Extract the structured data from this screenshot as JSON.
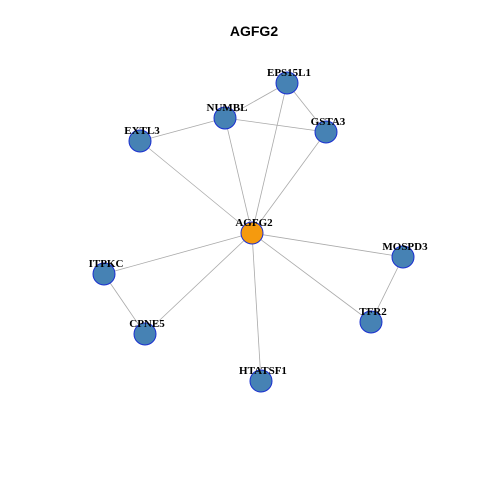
{
  "title": "AGFG2",
  "colors": {
    "hub_fill": "#f59a0e",
    "node_fill": "#4682b4",
    "node_stroke": "#1a2fd0",
    "edge": "#aaaaaa"
  },
  "nodes": [
    {
      "id": "AGFG2",
      "label": "AGFG2",
      "hub": true
    },
    {
      "id": "EPS15L1",
      "label": "EPS15L1"
    },
    {
      "id": "NUMBL",
      "label": "NUMBL"
    },
    {
      "id": "GSTA3",
      "label": "GSTA3"
    },
    {
      "id": "EXTL3",
      "label": "EXTL3"
    },
    {
      "id": "MOSPD3",
      "label": "MOSPD3"
    },
    {
      "id": "ITPKC",
      "label": "ITPKC"
    },
    {
      "id": "TFR2",
      "label": "TFR2"
    },
    {
      "id": "CPNE5",
      "label": "CPNE5"
    },
    {
      "id": "HTATSF1",
      "label": "HTATSF1"
    }
  ],
  "edges": [
    [
      "AGFG2",
      "EPS15L1"
    ],
    [
      "AGFG2",
      "NUMBL"
    ],
    [
      "AGFG2",
      "GSTA3"
    ],
    [
      "AGFG2",
      "EXTL3"
    ],
    [
      "AGFG2",
      "MOSPD3"
    ],
    [
      "AGFG2",
      "ITPKC"
    ],
    [
      "AGFG2",
      "TFR2"
    ],
    [
      "AGFG2",
      "CPNE5"
    ],
    [
      "AGFG2",
      "HTATSF1"
    ],
    [
      "EPS15L1",
      "NUMBL"
    ],
    [
      "EPS15L1",
      "GSTA3"
    ],
    [
      "NUMBL",
      "GSTA3"
    ],
    [
      "NUMBL",
      "EXTL3"
    ],
    [
      "MOSPD3",
      "TFR2"
    ],
    [
      "ITPKC",
      "CPNE5"
    ]
  ]
}
